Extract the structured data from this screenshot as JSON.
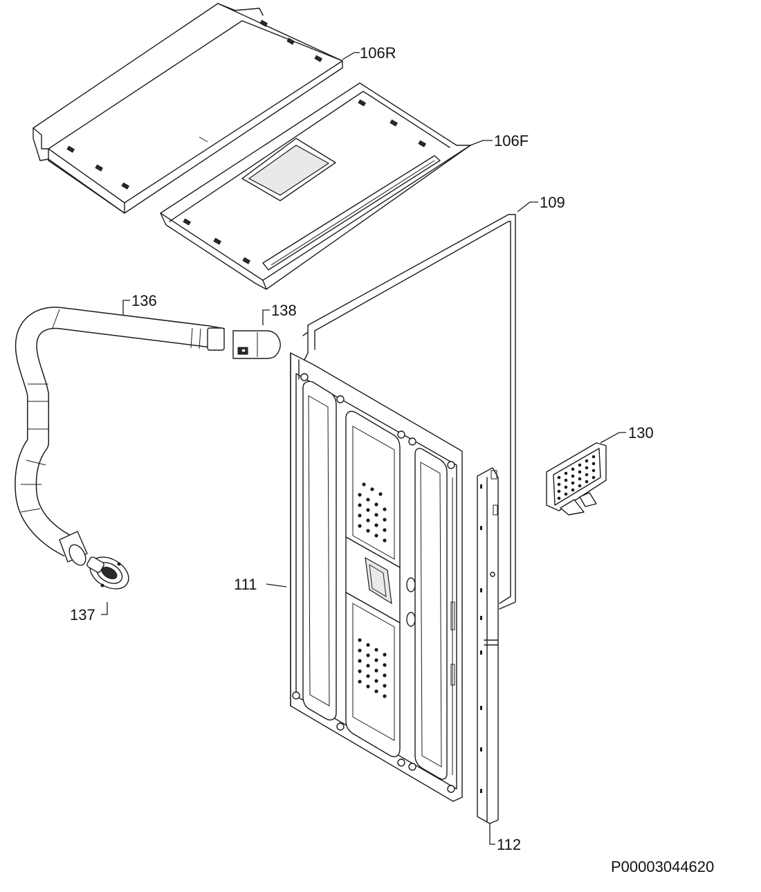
{
  "labels": {
    "p106R": "106R",
    "p106F": "106F",
    "p109": "109",
    "p136": "136",
    "p138": "138",
    "p130": "130",
    "p111": "111",
    "p137": "137",
    "p112": "112"
  },
  "document_id": "P00003044620"
}
